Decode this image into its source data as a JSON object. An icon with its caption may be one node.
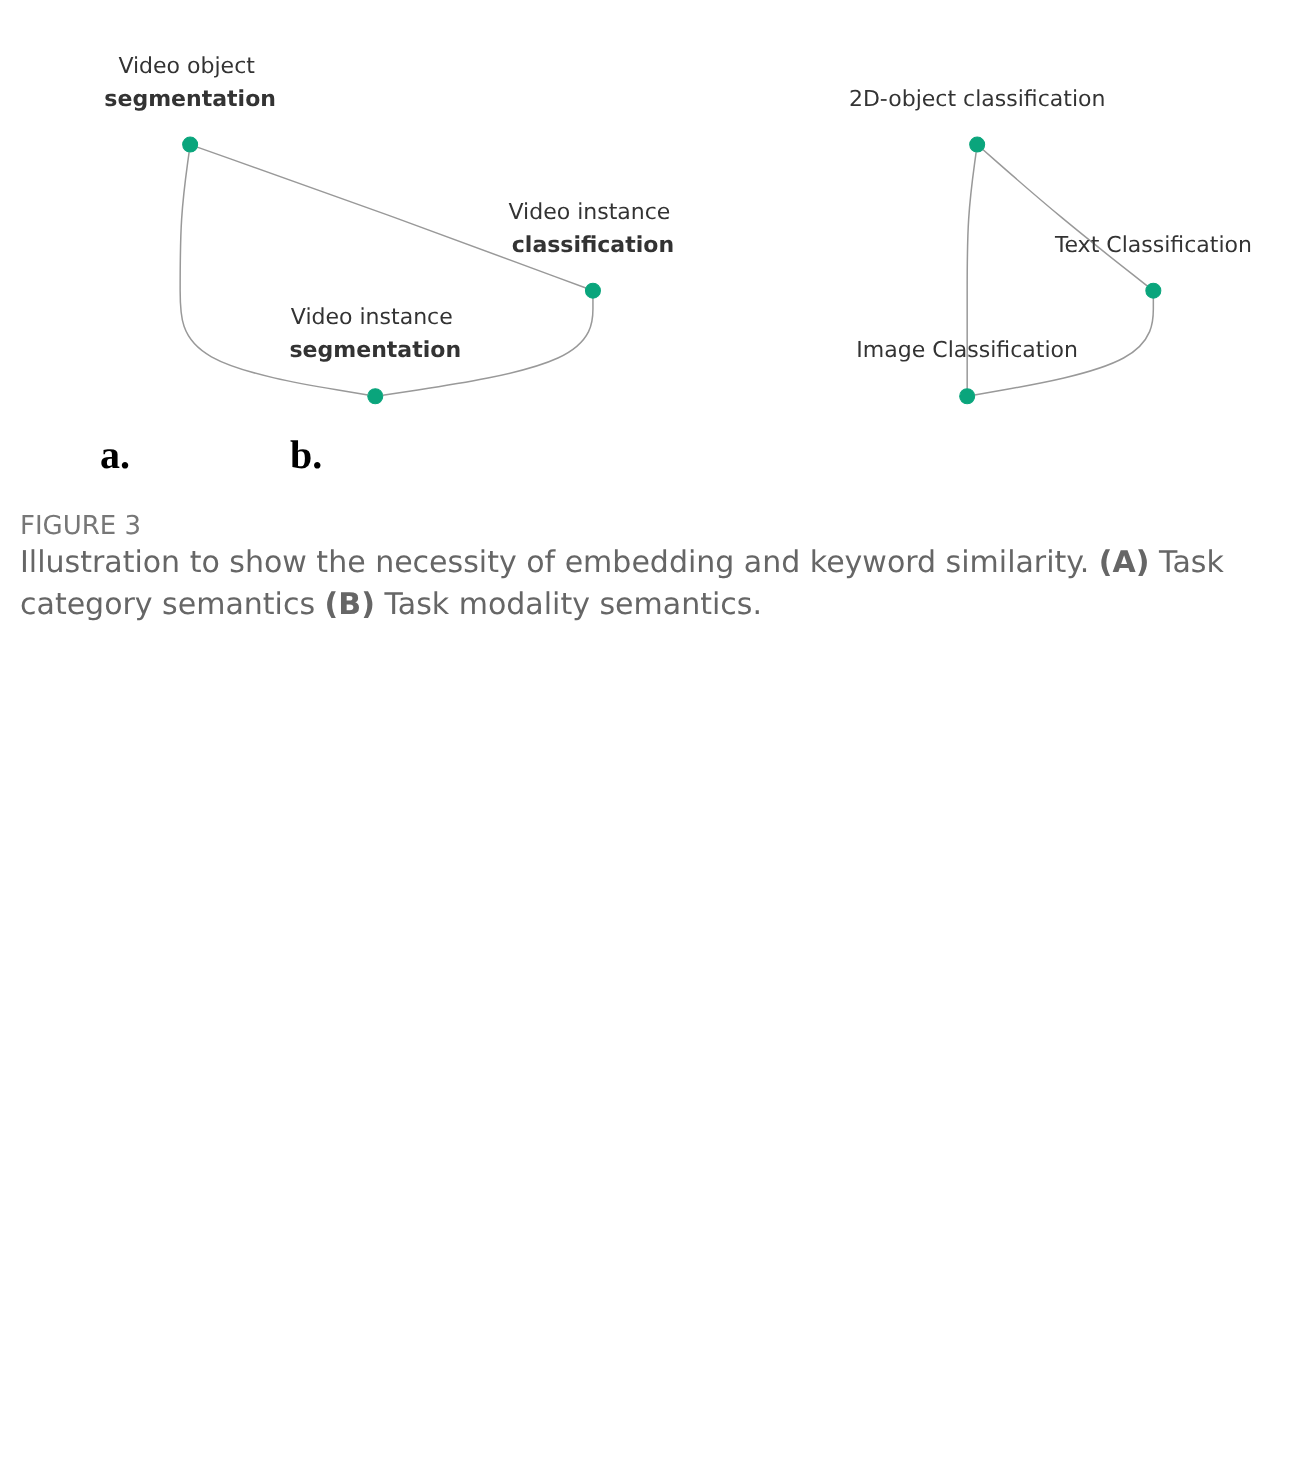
{
  "diagram": {
    "caption": "Illustration to show the necessity of embedding and keyword similarity. **(A)** Task category semantics **(B)** Task modality semantics.",
    "nodes": [
      {
        "text": [],
        "shape": "circle",
        "beside": [
          "Video object **segmentation**"
        ]
      },
      {
        "text": [],
        "shape": "circle",
        "beside": [
          "Video instance **classification**"
        ]
      },
      {
        "text": [],
        "shape": "circle",
        "beside": [
          "Video instance **segmentation**"
        ]
      },
      {
        "text": [],
        "shape": "circle",
        "beside": [
          "2D-object classification"
        ]
      },
      {
        "text": [],
        "shape": "circle",
        "beside": [
          "Text Classification"
        ]
      },
      {
        "text": [],
        "shape": "circle",
        "beside": [
          "Image Classification"
        ]
      }
    ],
    "edges": [
      {
        "from": 0,
        "to": 1,
        "arrow": "none"
      },
      {
        "from": 1,
        "to": 2,
        "arrow": "none"
      },
      {
        "from": 2,
        "to": 0,
        "arrow": "none"
      },
      {
        "from": 3,
        "to": 4,
        "arrow": "none"
      },
      {
        "from": 4,
        "to": 5,
        "arrow": "none"
      },
      {
        "from": 5,
        "to": 3,
        "arrow": "none"
      }
    ],
    "labels": [
      "a.",
      "b.",
      "FIGURE 3"
    ]
  }
}
